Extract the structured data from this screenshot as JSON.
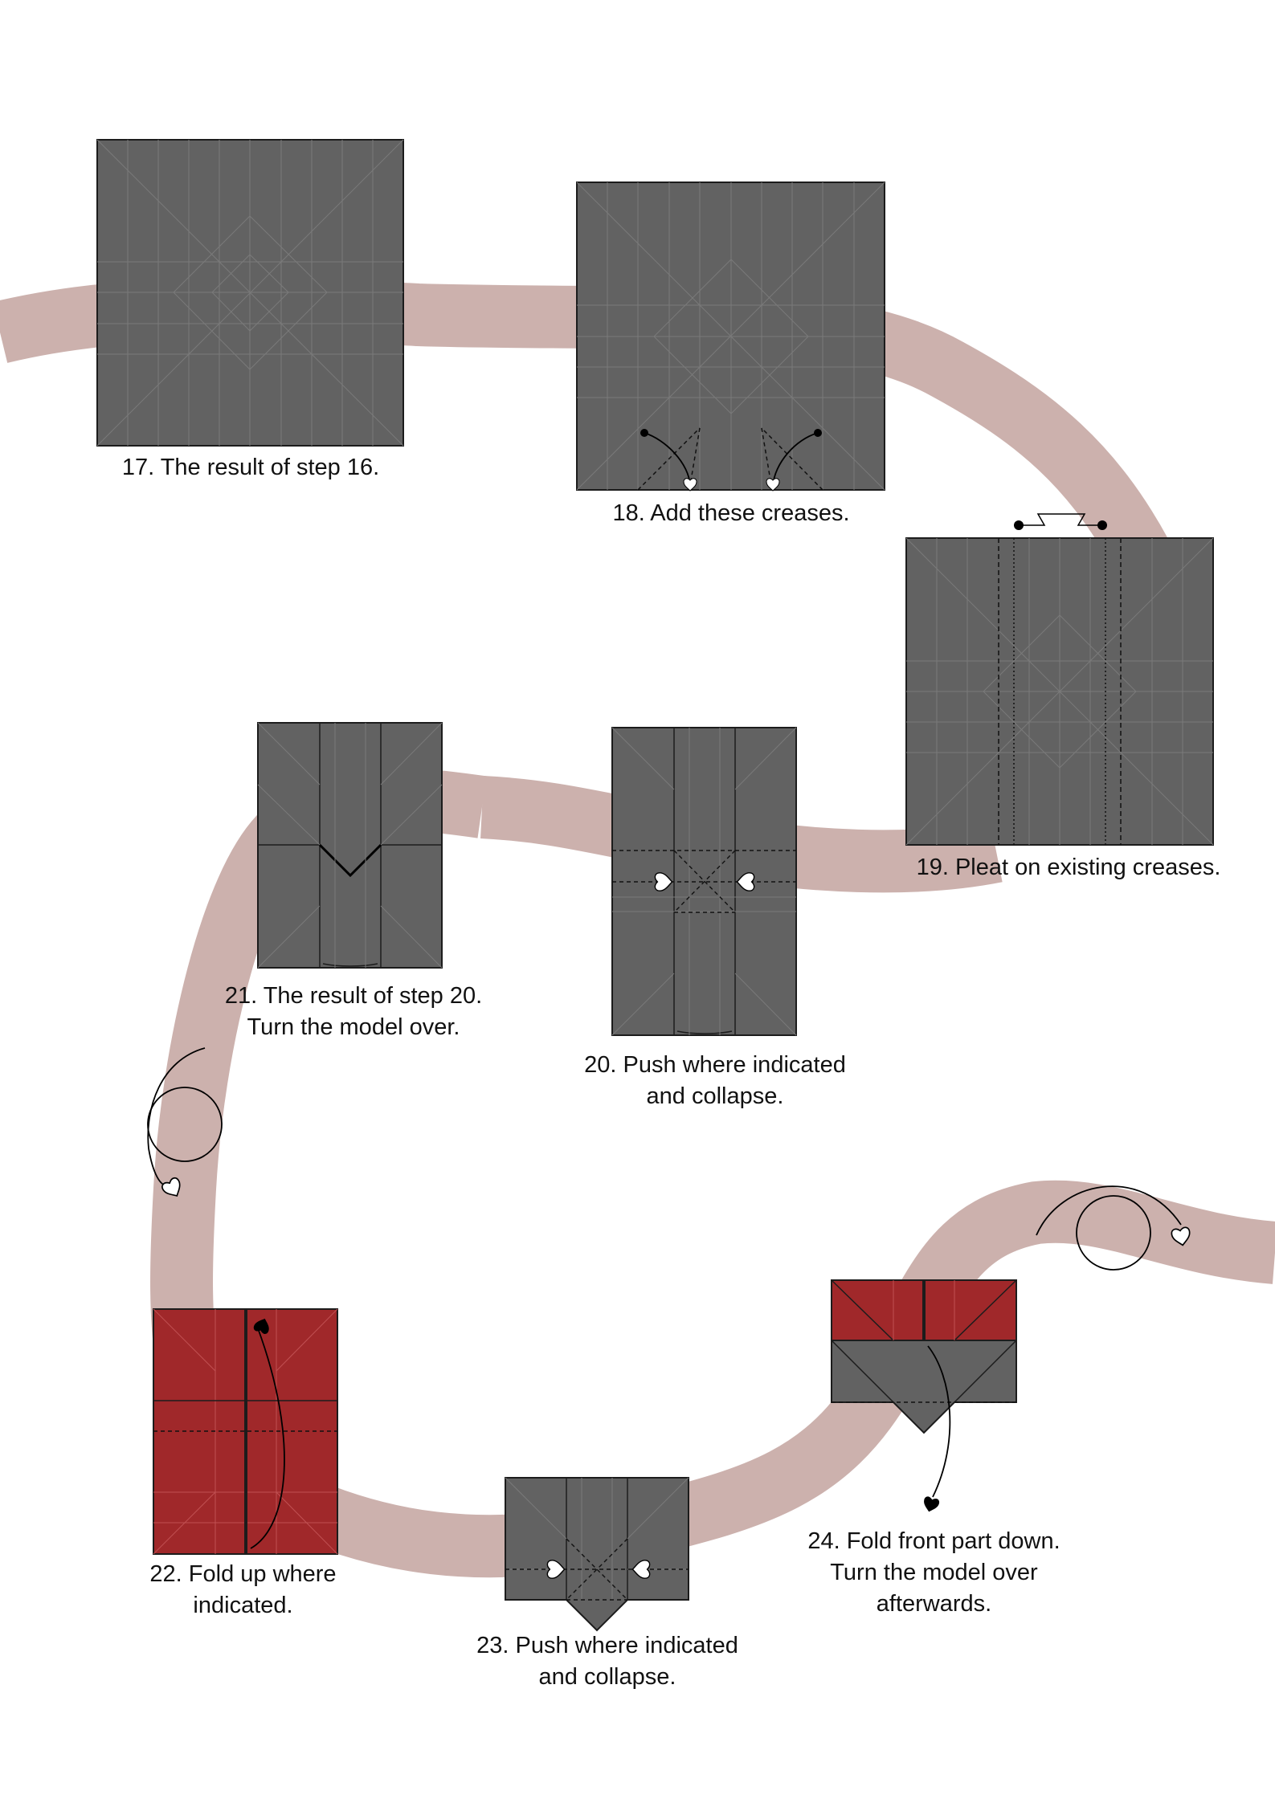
{
  "colors": {
    "background": "#ffffff",
    "path": "#ccb1ad",
    "paper_grey": "#626262",
    "paper_red": "#a0282a",
    "crease": "#7a7a7a",
    "outline": "#1c1c1c",
    "arrow": "#000000"
  },
  "steps": [
    {
      "number": 17,
      "caption": "17. The result of step 16."
    },
    {
      "number": 18,
      "caption": "18. Add these creases."
    },
    {
      "number": 19,
      "caption": "19. Pleat on existing creases."
    },
    {
      "number": 20,
      "caption": "20. Push where indicated\nand collapse."
    },
    {
      "number": 21,
      "caption": "21. The result of step 20.\nTurn the model over."
    },
    {
      "number": 22,
      "caption": "22. Fold up where\nindicated."
    },
    {
      "number": 23,
      "caption": "23. Push where indicated\nand collapse."
    },
    {
      "number": 24,
      "caption": "24. Fold front part down.\nTurn the model over\nafterwards."
    }
  ],
  "icons": {
    "turn_over": "turn-over-loop-icon",
    "push": "push-heart-arrow-icon",
    "valley_fold": "valley-fold-arrow-icon",
    "pleat": "pleat-arrow-icon"
  }
}
